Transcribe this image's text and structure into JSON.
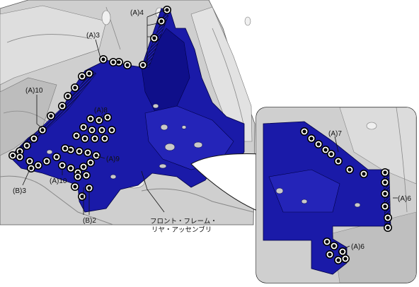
{
  "labels": {
    "a4": "(A)4",
    "a3": "(A)3",
    "a10_top": "(A)10",
    "a8": "(A)8",
    "a9": "(A)9",
    "a10_bottom": "(A)10",
    "b3": "(B)3",
    "b2": "(B)2",
    "a7": "(A)7",
    "a6_right": "(A)6",
    "a6_bottom": "(A)6"
  },
  "part_name": {
    "line1": "フロント・フレーム・",
    "line2": "リヤ・アッセンブリ"
  },
  "colors": {
    "part_blue": "#1a1aa8",
    "part_blue_dark": "#0c0c78",
    "body_gray": "#c9c9c9",
    "body_gray_dark": "#9a9a9a",
    "line": "#111111"
  }
}
